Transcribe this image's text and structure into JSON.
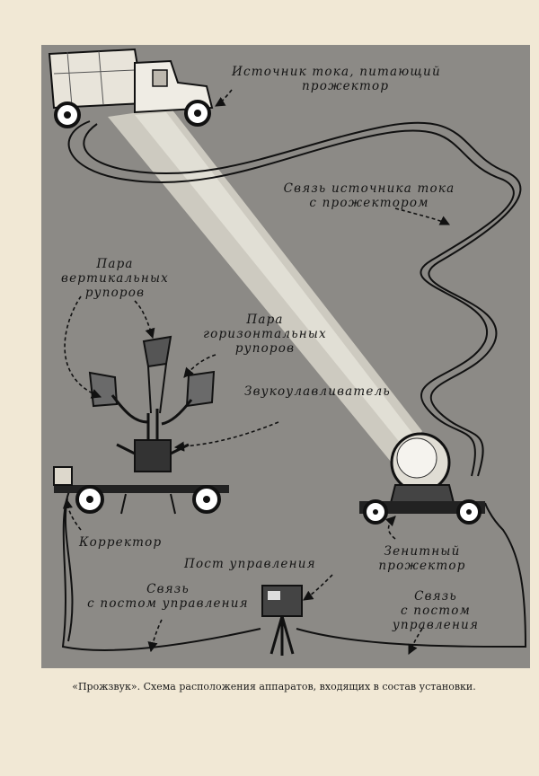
{
  "labels": {
    "power_source": [
      "Источник тока, питающий",
      "прожектор"
    ],
    "power_link": [
      "Связь источника тока",
      "с прожектором"
    ],
    "vertical_horns": [
      "Пара",
      "вертикальных",
      "рупоров"
    ],
    "horizontal_horns": [
      "Пара",
      "горизонтальных",
      "рупоров"
    ],
    "sound_locator": "Звукоулавливатель",
    "corrector": "Корректор",
    "control_post": "Пост управления",
    "link_left": [
      "Связь",
      "с постом управления"
    ],
    "searchlight": [
      "Зенитный",
      "прожектор"
    ],
    "link_right": [
      "Связь",
      "с постом",
      "управления"
    ]
  },
  "caption": "«Прожзвук». Схема расположения аппаратов, входящих в состав установки."
}
